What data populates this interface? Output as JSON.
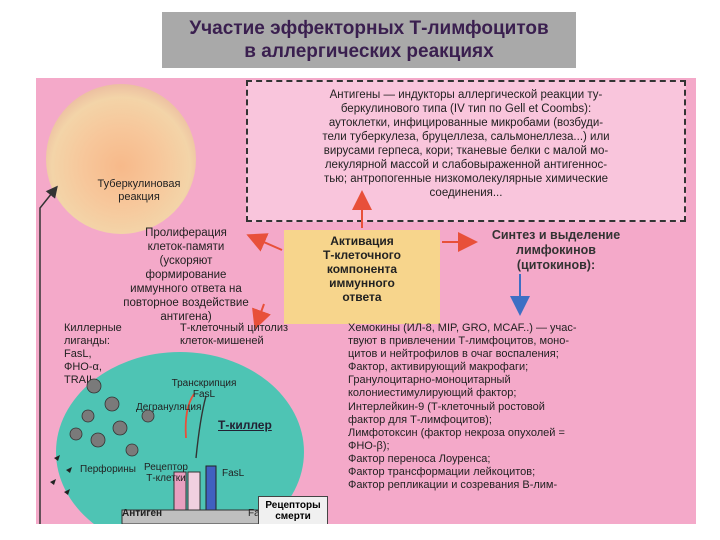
{
  "title": {
    "line1": "Участие эффекторных Т-лимфоцитов",
    "line2": "в аллергических реакциях"
  },
  "tuberculin_label": {
    "line1": "Туберкулиновая",
    "line2": "реакция"
  },
  "antigen_box": {
    "lines": [
      "Антигены — индукторы аллергической реакции ту-",
      "беркулинового типа (IV тип по Gell et Coombs):",
      "аутоклетки, инфицированные микробами (возбуди-",
      "тели туберкулеза, бруцеллеза, сальмонеллеза...) или",
      "вирусами герпеса, кори; тканевые белки с малой мо-",
      "лекулярной массой и слабовыраженной антигеннос-",
      "тью; антропогенные низкомолекулярные химические",
      "соединения..."
    ]
  },
  "proliferation": {
    "lines": [
      "Пролиферация",
      "клеток-памяти",
      "(ускоряют",
      "формирование",
      "иммунного ответа на",
      "повторное воздействие",
      "антигена)"
    ]
  },
  "activation": {
    "lines": [
      "Активация",
      "Т-клеточного",
      "компонента",
      "иммунного",
      "ответа"
    ]
  },
  "synthesis": {
    "lines": [
      "Синтез и выделение",
      "лимфокинов",
      "(цитокинов):"
    ]
  },
  "killer_ligands": {
    "lines": [
      "Киллерные",
      "лиганды:",
      "FasL,",
      "ФНО-α,",
      "TRAIL"
    ]
  },
  "cytolysis": {
    "lines": [
      "Т-клеточный цитолиз",
      "клеток-мишеней"
    ]
  },
  "cytokines": {
    "lines": [
      "Хемокины (ИЛ-8, MIP, GRO, MCAF..) — учас-",
      "твуют в привлечении Т-лимфоцитов, моно-",
      "цитов и нейтрофилов в очаг воспаления;",
      "Фактор, активирующий макрофаги;",
      "Гранулоцитарно-моноцитарный",
      "колониестимулирующий фактор;",
      "Интерлейкин-9 (Т-клеточный ростовой",
      "фактор для Т-лимфоцитов);",
      "Лимфотоксин (фактор некроза опухолей =",
      "ФНО-β);",
      "Фактор переноса Лоуренса;",
      "Фактор трансформации лейкоцитов;",
      "Фактор репликации и созревания В-лим-"
    ]
  },
  "tcell_diagram": {
    "transcription": [
      "Транскрипция",
      "FasL"
    ],
    "degranulation": "Дегрануляция",
    "tkiller": "Т-киллер",
    "receptor_t": [
      "Рецептор",
      "Т-клетки"
    ],
    "fasl": "FasL",
    "perforins": "Перфорины",
    "antigen": "Антиген",
    "fas": "Fas",
    "death_receptor": [
      "Рецепторы",
      "смерти"
    ]
  },
  "colors": {
    "board_bg": "#f4a9c9",
    "title_bg": "#a9a9a9",
    "activation_bg": "#f7d58c",
    "arrow_red": "#e8503a",
    "arrow_blue": "#3d6fc4",
    "tcell": "#4ec4b4"
  }
}
